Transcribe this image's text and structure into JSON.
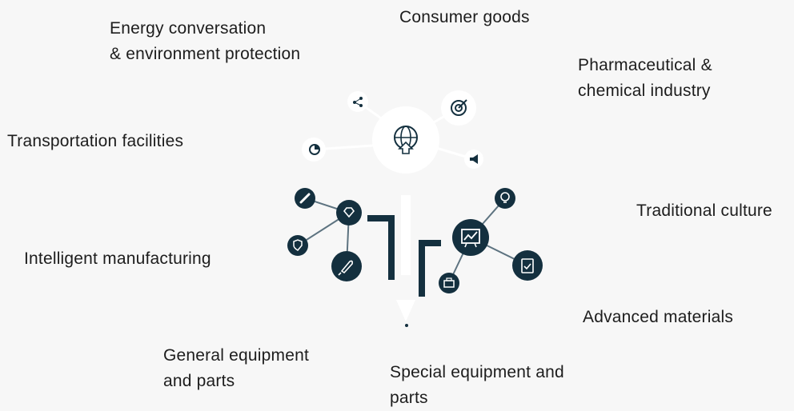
{
  "labels": {
    "consumer_goods": "Consumer goods",
    "energy_line1": "Energy conversation",
    "energy_line2": "& environment protection",
    "pharma_line1": "Pharmaceutical &",
    "pharma_line2": "chemical industry",
    "transportation": "Transportation facilities",
    "traditional_culture": "Traditional culture",
    "intelligent_manufacturing": "Intelligent manufacturing",
    "advanced_materials": "Advanced materials",
    "general_line1": "General equipment",
    "general_line2": "and parts",
    "special_line1": "Special equipment and",
    "special_line2": "parts"
  },
  "icons": {
    "hub": "globe-upload-icon",
    "top_left_small": "share-icon",
    "top_right": "target-icon",
    "left_small": "pie-chart-icon",
    "right_small": "megaphone-icon",
    "left_cluster": [
      "link-icon",
      "diamond-icon",
      "shield-icon",
      "rocket-icon"
    ],
    "right_cluster": [
      "lightbulb-icon",
      "chart-board-icon",
      "clipboard-check-icon",
      "briefcase-icon"
    ]
  },
  "colors": {
    "background": "#f7f7f7",
    "dark_node": "#14303f",
    "light_node": "#ffffff",
    "connector": "#5d7380"
  }
}
